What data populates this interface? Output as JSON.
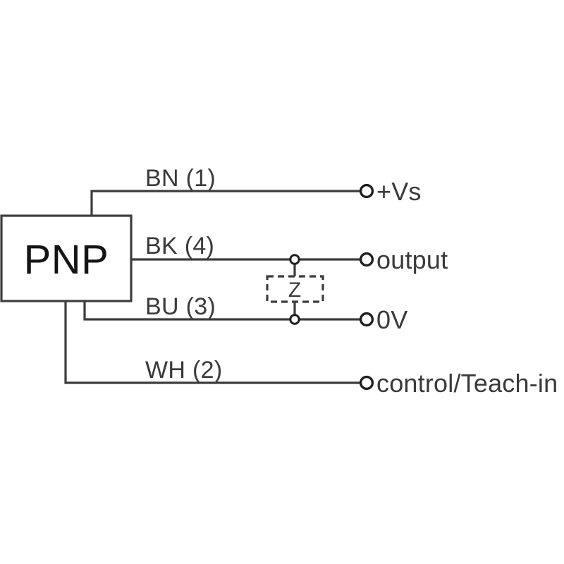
{
  "diagram": {
    "type": "sensor-wiring-diagram",
    "device": {
      "label": "PNP"
    },
    "load": {
      "label": "Z"
    },
    "wires": [
      {
        "id": "bn",
        "label": "BN (1)",
        "color_code": "BN",
        "pin": "1",
        "terminal": "+Vs"
      },
      {
        "id": "bk",
        "label": "BK (4)",
        "color_code": "BK",
        "pin": "4",
        "terminal": "output"
      },
      {
        "id": "bu",
        "label": "BU (3)",
        "color_code": "BU",
        "pin": "3",
        "terminal": "0V"
      },
      {
        "id": "wh",
        "label": "WH (2)",
        "color_code": "WH",
        "pin": "2",
        "terminal": "control/Teach-in"
      }
    ],
    "terminals": [
      {
        "id": "vs",
        "label": "+Vs"
      },
      {
        "id": "output",
        "label": "output"
      },
      {
        "id": "zero_v",
        "label": "0V"
      },
      {
        "id": "control",
        "label": "control/Teach-in"
      }
    ],
    "colors": {
      "line": "#3c3c3c",
      "text": "#3a3a3a",
      "device_text": "#141414",
      "background": "#ffffff"
    }
  }
}
